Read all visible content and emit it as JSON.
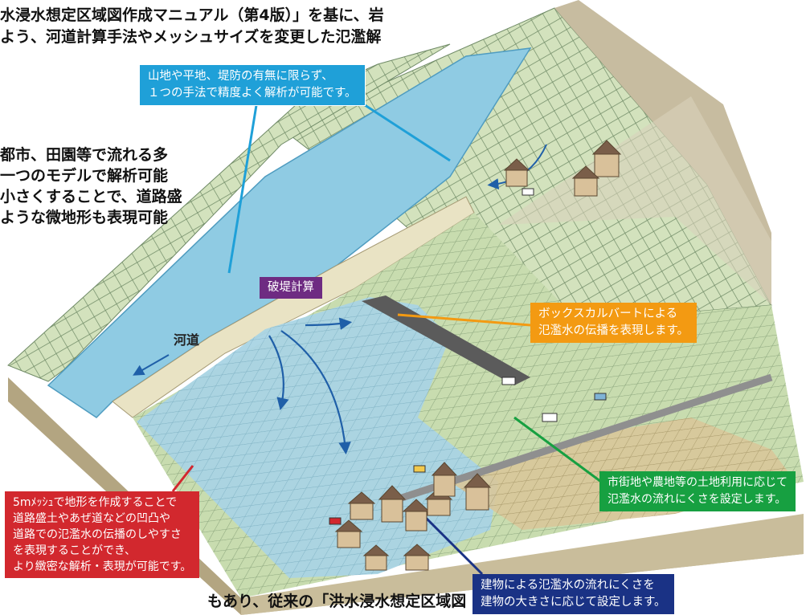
{
  "intro": {
    "line1": "水浸水想定区域図作成マニュアル（第4版）」を基に、岩",
    "line2": "よう、河道計算手法やメッシュサイズを変更した氾濫解"
  },
  "side_text": {
    "line1": "都市、田園等で流れる多",
    "line2": "一つのモデルで解析可能",
    "line3": "小さくすることで、道路盛",
    "line4": "ような微地形も表現可能"
  },
  "bottom_text": "もあり、従来の「洪水浸水想定区域図",
  "callouts": {
    "terrain": {
      "line1": "山地や平地、堤防の有無に限らず、",
      "line2": "１つの手法で精度よく解析が可能です。",
      "color": "#1fa0d8"
    },
    "breach": {
      "text": "破堤計算",
      "color": "#6e2b82"
    },
    "box_culvert": {
      "line1": "ボックスカルバートによる",
      "line2": "氾濫水の伝播を表現します。",
      "color": "#f39a12"
    },
    "land_use": {
      "line1": "市街地や農地等の土地利用に応じて",
      "line2": "氾濫水の流れにくさを設定します。",
      "color": "#17a041"
    },
    "mesh_5m": {
      "line1": "5mﾒｯｼｭで地形を作成することで",
      "line2": "道路盛土やあぜ道などの凹凸や",
      "line3": "道路での氾濫水の伝播のしやすさ",
      "line4": "を表現することができ、",
      "line5": "より緻密な解析・表現が可能です。",
      "color": "#d2282e"
    },
    "buildings": {
      "line1": "建物による氾濫水の流れにくさを",
      "line2": "建物の大きさに応じて設定します。",
      "color": "#1a3285"
    }
  },
  "river_label": "河道",
  "colors": {
    "water": "#8fcbe3",
    "flood": "#a6d3e6",
    "grass": "#c9dcae",
    "grid_line": "#7f9a73",
    "terrain_side": "#c7bca0",
    "arrow": "#1f5fa8"
  }
}
